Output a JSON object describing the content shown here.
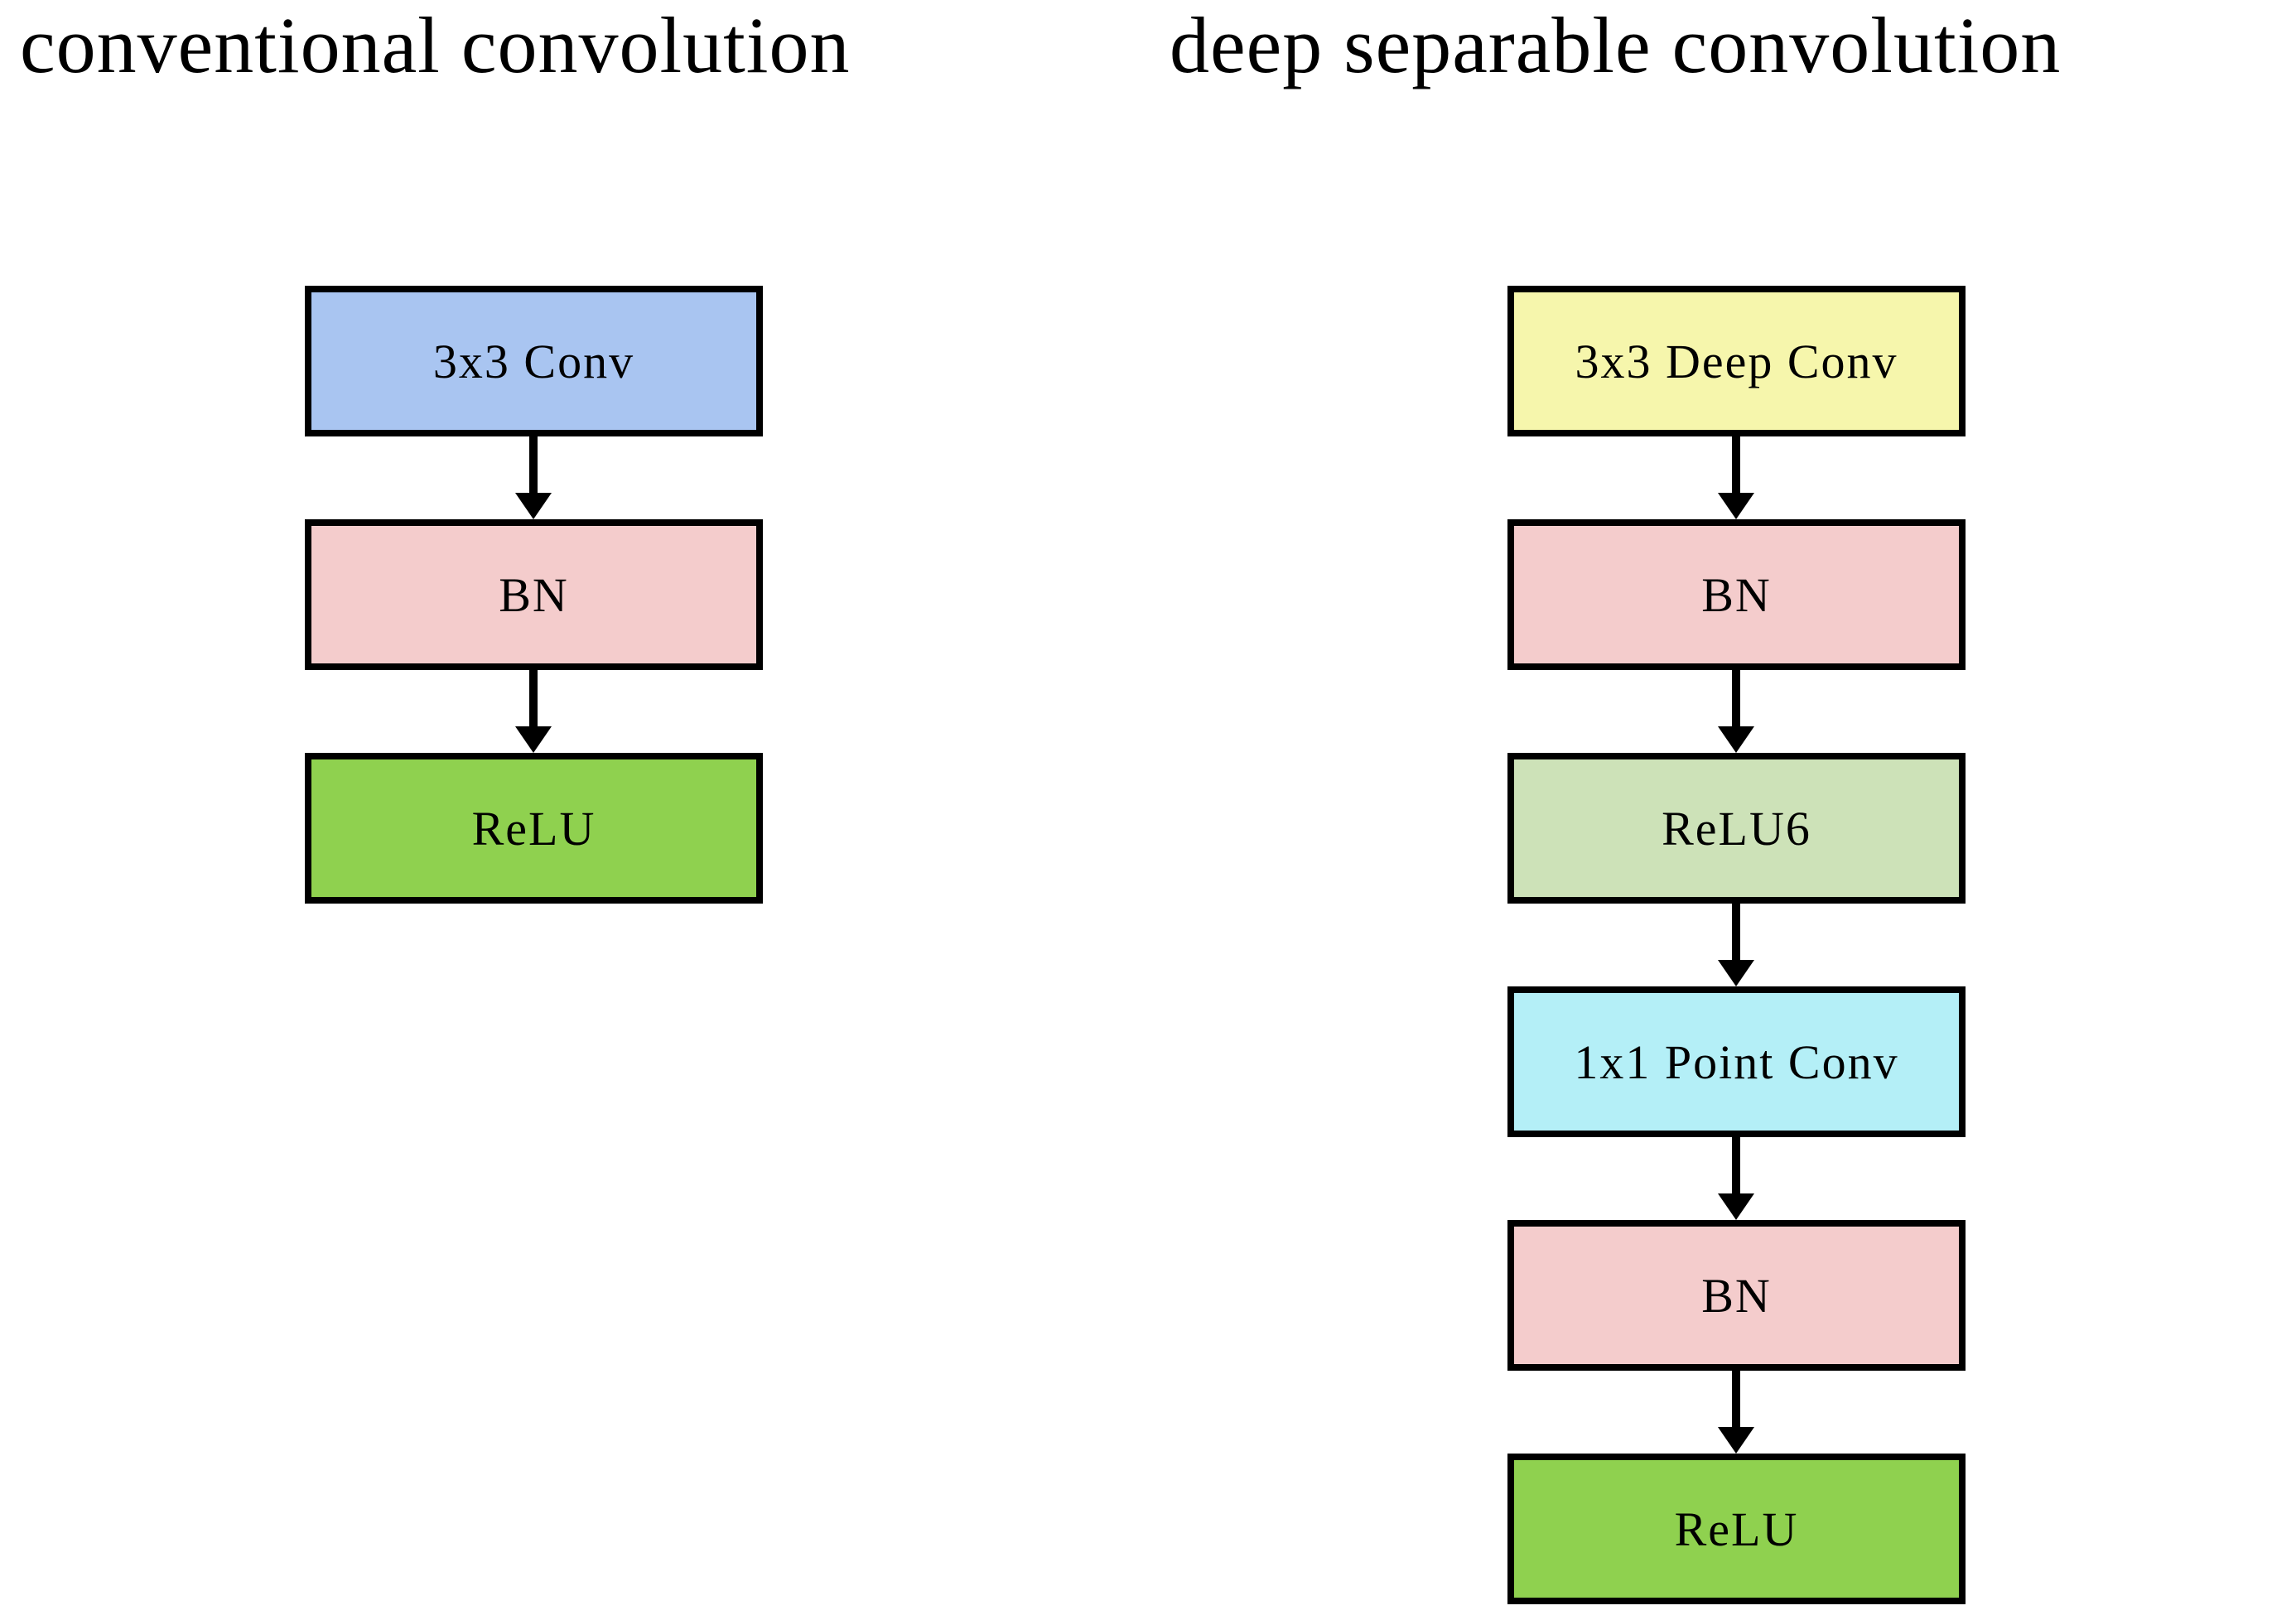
{
  "page": {
    "background": "#FFFFFF",
    "border_color": "#000000",
    "text_color": "#000000",
    "arrow_color": "#000000"
  },
  "columns": [
    {
      "title": "conventional convolution",
      "blocks": [
        {
          "label": "3x3 Conv",
          "fill": "#A9C5F1"
        },
        {
          "label": "BN",
          "fill": "#F4CCCC"
        },
        {
          "label": "ReLU",
          "fill": "#8FD14F"
        }
      ]
    },
    {
      "title": "deep separable convolution",
      "blocks": [
        {
          "label": "3x3 Deep Conv",
          "fill": "#F6F6AC"
        },
        {
          "label": "BN",
          "fill": "#F4CCCC"
        },
        {
          "label": "ReLU6",
          "fill": "#CDE2B8"
        },
        {
          "label": "1x1 Point Conv",
          "fill": "#B4EFF7"
        },
        {
          "label": "BN",
          "fill": "#F4CCCC"
        },
        {
          "label": "ReLU",
          "fill": "#8FD14F"
        }
      ]
    }
  ]
}
